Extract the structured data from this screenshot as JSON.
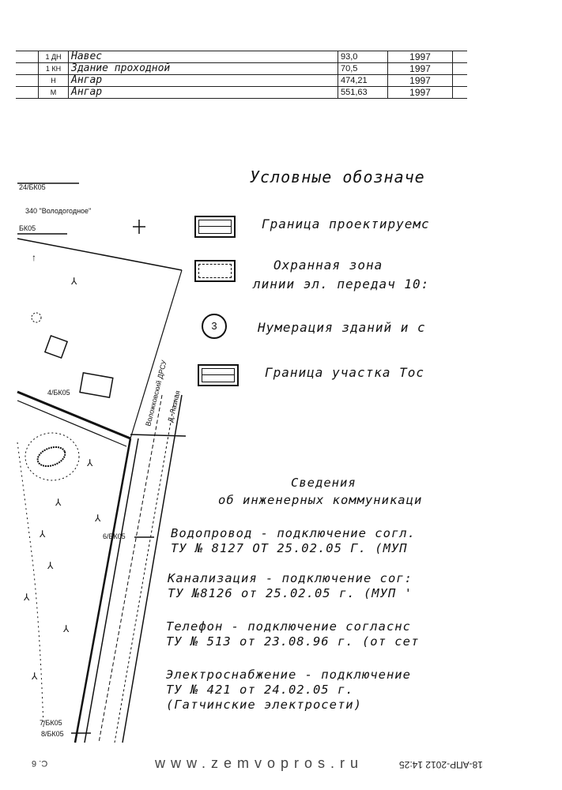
{
  "buildings_table": {
    "rows": [
      {
        "code": "1 ДН",
        "name": "Навес",
        "area": "93,0",
        "year": "1997"
      },
      {
        "code": "1 КН",
        "name": "Здание проходной",
        "area": "70,5",
        "year": "1997"
      },
      {
        "code": "Н",
        "name": "Ангар",
        "area": "474,21",
        "year": "1997"
      },
      {
        "code": "М",
        "name": "Ангар",
        "area": "551,63",
        "year": "1997"
      }
    ]
  },
  "legend": {
    "title": "Условные обозначе",
    "items": [
      {
        "symbol": "double-rect",
        "text": "Граница проектируемс"
      },
      {
        "symbol": "dashed-rect",
        "text": "Охранная зона",
        "text2": "линии эл. передач 10:"
      },
      {
        "symbol": "circle",
        "symbol_label": "3",
        "text": "Нумерация зданий и с"
      },
      {
        "symbol": "double-rect",
        "text": "Граница  участка Тос"
      }
    ]
  },
  "map": {
    "labels": [
      "24/БК05",
      "340 \"Володогодное\"",
      "БК05",
      "4/БК05",
      "6/БК05",
      "7/БК05",
      "8/БК05",
      "Воложковский ДРСУ",
      "Д. Лазная"
    ]
  },
  "utilities": {
    "title1": "Сведения",
    "title2": "об инженерных коммуникаци",
    "entries": [
      {
        "line1": "Водопровод - подключение согл.",
        "line2": "ТУ № 8127 ОТ 25.02.05 Г. (МУП"
      },
      {
        "line1": "Канализация - подключение сог:",
        "line2": "ТУ №8126 от 25.02.05 г. (МУП  '"
      },
      {
        "line1": "Телефон - подключение согласнс",
        "line2": "ТУ № 513 от 23.08.96 г. (от сет"
      },
      {
        "line1": "Электроснабжение - подключение",
        "line2": "ТУ № 421 от 24.02.05 г.",
        "line3": "(Гатчинские электросети)"
      }
    ]
  },
  "footer": {
    "page": "С. 6",
    "website": "www.zemvopros.ru",
    "fax_stamp": "18-АПР-2012 14:25"
  }
}
